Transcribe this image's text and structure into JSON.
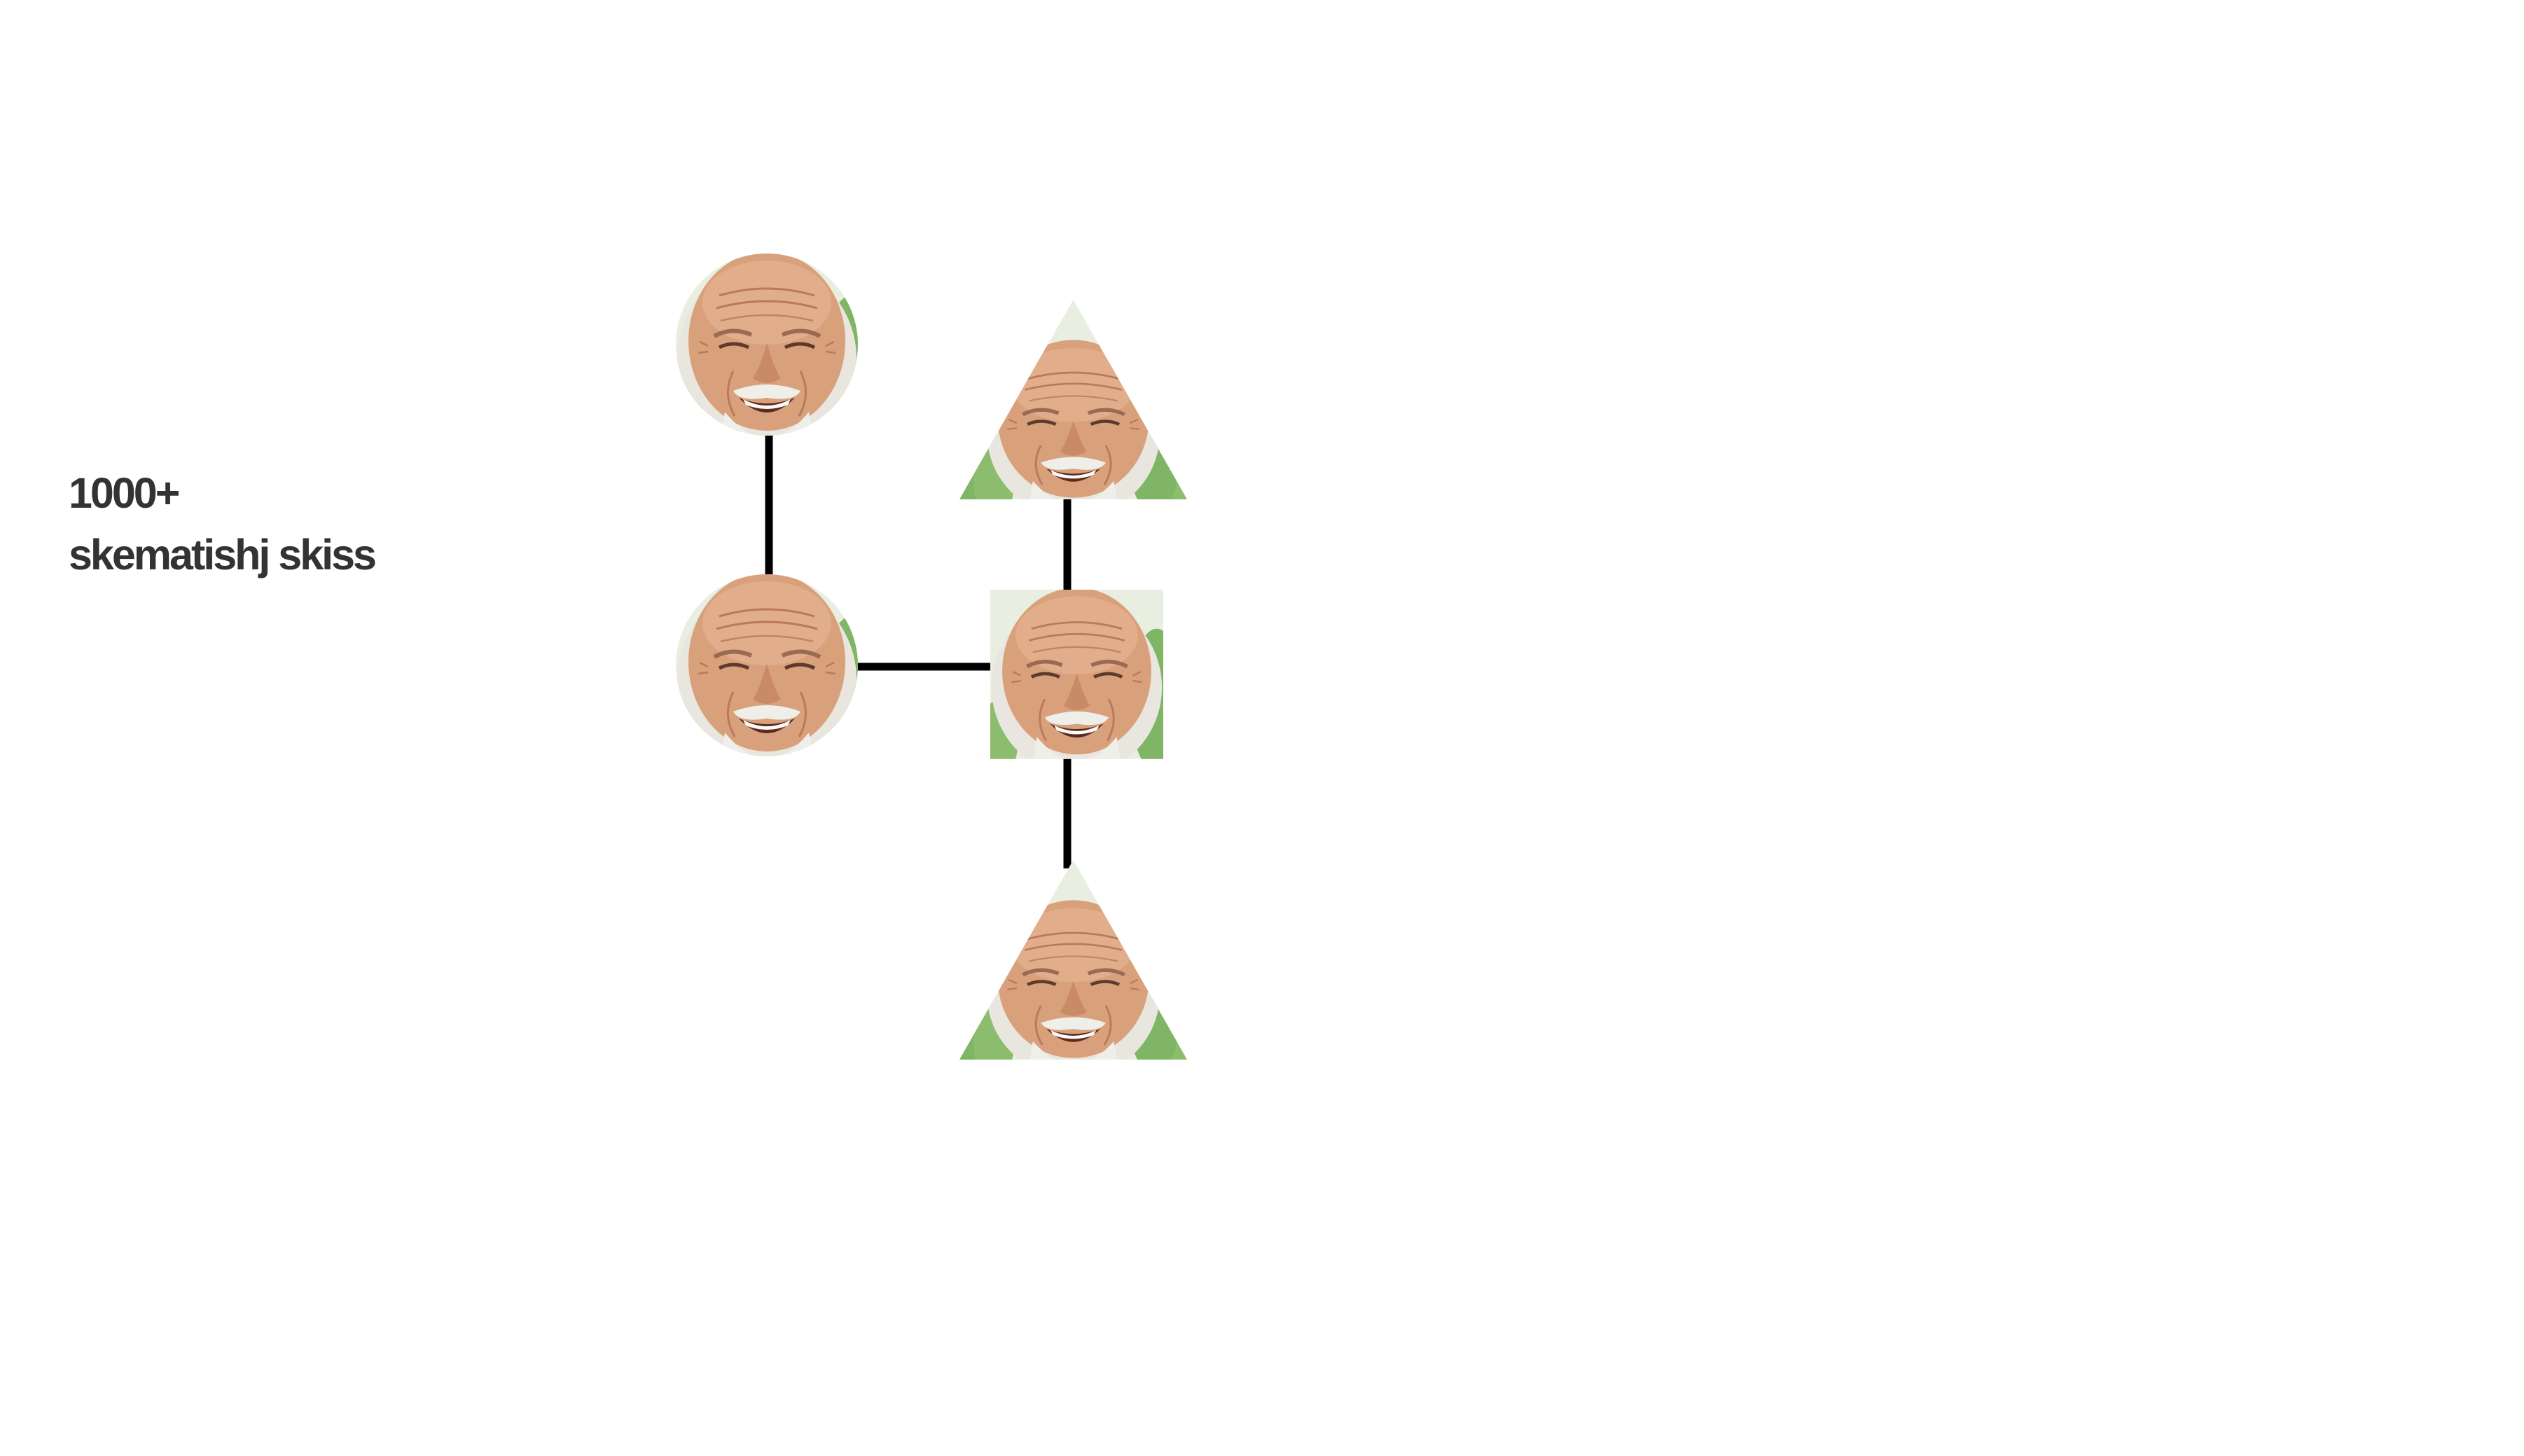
{
  "caption": {
    "line1": "1000+",
    "line2": "skematishj skiss"
  },
  "diagram": {
    "connector_color": "#000000",
    "node_colors": {
      "skin": "#d9a07c",
      "skin_shadow": "#b9795a",
      "hair": "#eeeeea",
      "background_green": "#7fb564",
      "background_pale": "#e9efe0"
    },
    "nodes": [
      {
        "id": "circle-top",
        "shape": "circle"
      },
      {
        "id": "circle-bottom",
        "shape": "circle"
      },
      {
        "id": "square-middle",
        "shape": "square"
      },
      {
        "id": "triangle-top",
        "shape": "triangle"
      },
      {
        "id": "triangle-bottom",
        "shape": "triangle"
      }
    ],
    "edges": [
      {
        "from": "circle-top",
        "to": "circle-bottom"
      },
      {
        "from": "circle-bottom",
        "to": "square-middle"
      },
      {
        "from": "triangle-top",
        "to": "square-middle"
      },
      {
        "from": "square-middle",
        "to": "triangle-bottom"
      }
    ]
  }
}
